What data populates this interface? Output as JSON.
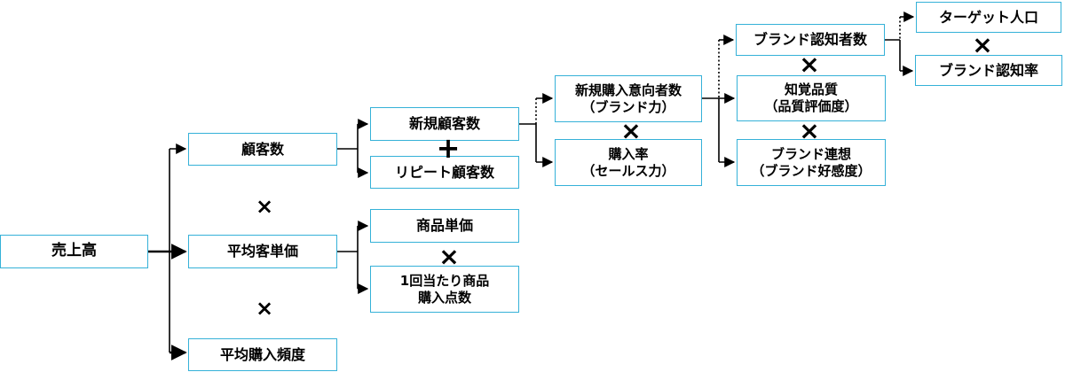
{
  "diagram": {
    "type": "kpi-decomposition-tree",
    "root": "売上高"
  },
  "nodes": {
    "sales": "売上高",
    "customers": "顧客数",
    "avg_spend_per_customer": "平均客単価",
    "avg_purchase_frequency": "平均購入頻度",
    "new_customers": "新規顧客数",
    "repeat_customers": "リピート顧客数",
    "product_unit_price": "商品単価",
    "items_per_purchase_line1": "1回当たり商品",
    "items_per_purchase_line2": "購入点数",
    "new_purchase_intenders_line1": "新規購入意向者数",
    "new_purchase_intenders_line2": "（ブランド力）",
    "purchase_rate_line1": "購入率",
    "purchase_rate_line2": "（セールス力）",
    "brand_awareness_count": "ブランド認知者数",
    "perceived_quality_line1": "知覚品質",
    "perceived_quality_line2": "（品質評価度）",
    "brand_association_line1": "ブランド連想",
    "brand_association_line2": "（ブランド好感度）",
    "target_population": "ターゲット人口",
    "brand_awareness_rate": "ブランド認知率"
  },
  "operators": {
    "multiply": "×",
    "plus": "+"
  },
  "colors": {
    "box_border": "#35B1D8",
    "box_fill": "#FFFFFF",
    "connector": "#000000",
    "text": "#000000",
    "background": "#FFFFFF"
  }
}
